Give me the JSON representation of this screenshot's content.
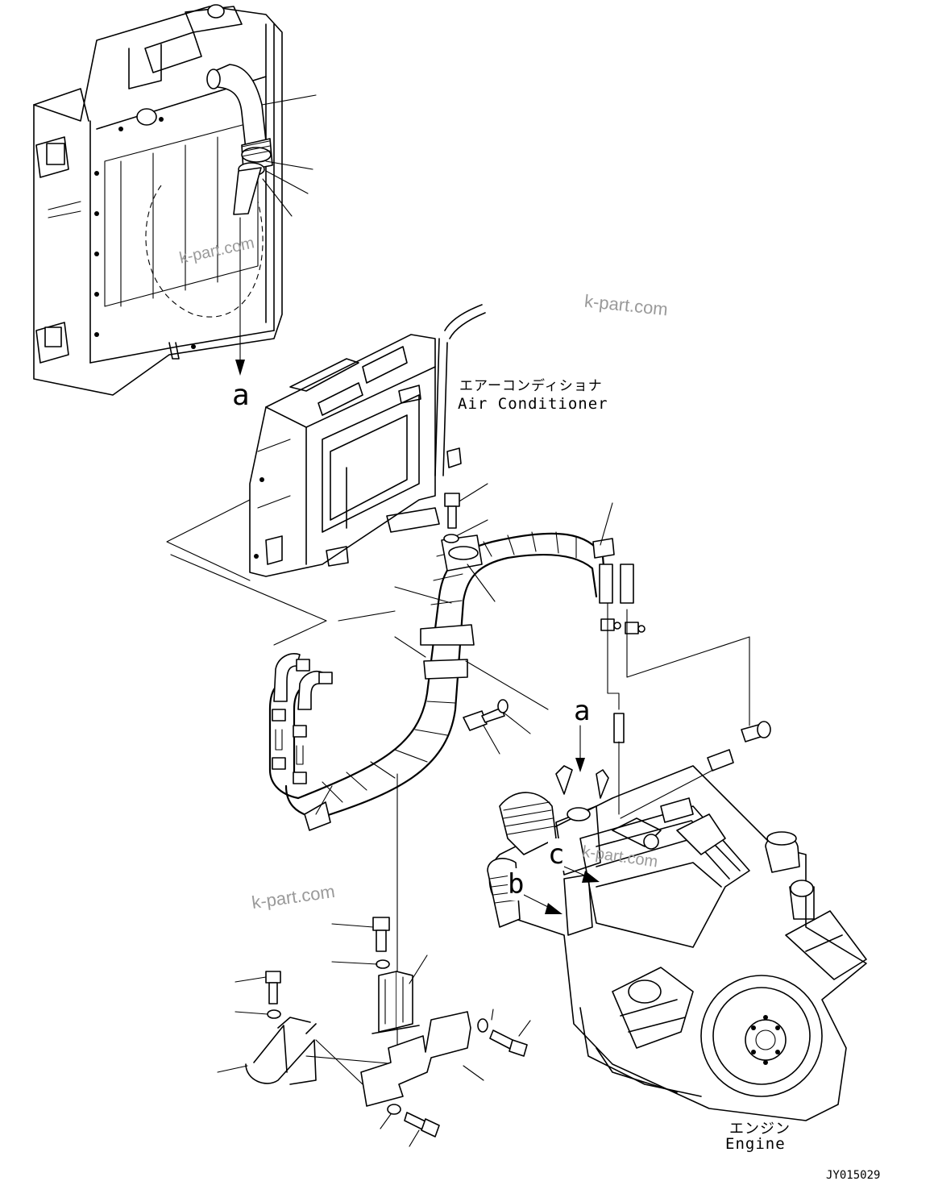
{
  "labels": {
    "air_conditioner_jp": "エアーコンディショナ",
    "air_conditioner_en": "Air Conditioner",
    "engine_jp": "エンジン",
    "engine_en": "Engine",
    "drawing_code": "JY015029"
  },
  "view_markers": {
    "a_top": "a",
    "a_engine": "a",
    "b": "b",
    "c": "c"
  },
  "watermarks": [
    "k-part.com",
    "k-part.com",
    "k-part.com",
    "k-part.com"
  ]
}
